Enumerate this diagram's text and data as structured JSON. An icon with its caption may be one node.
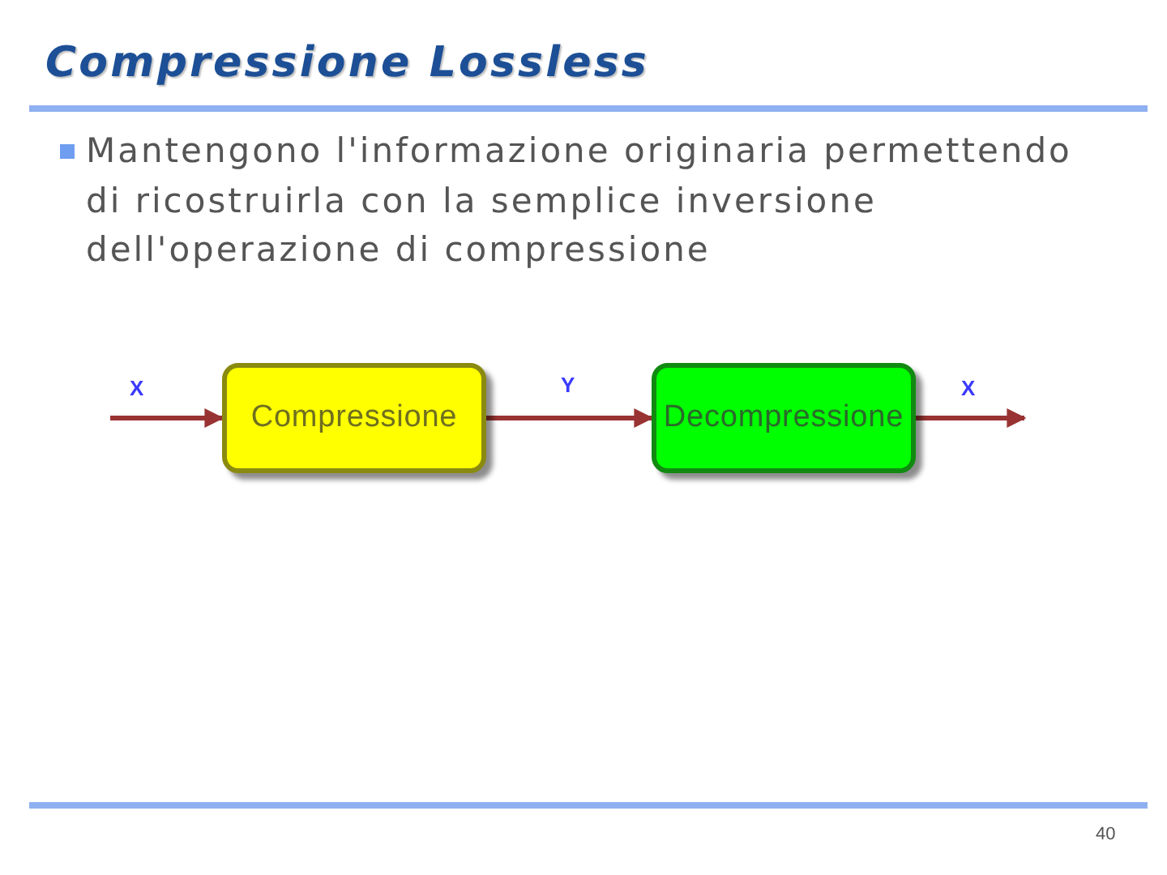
{
  "diagram": {
    "title": "Compressione Lossless",
    "nodes": [
      {
        "text": [
          "Compressione"
        ]
      },
      {
        "text": [
          "Decompressione"
        ]
      }
    ],
    "edges": [
      {
        "from": null,
        "to": 0,
        "arrow": "to",
        "label": "X"
      },
      {
        "from": 0,
        "to": 1,
        "arrow": "to",
        "label": "Y"
      },
      {
        "from": 1,
        "to": null,
        "arrow": "to",
        "label": "X"
      }
    ],
    "labels": [
      "Mantengono l'informazione originaria permettendo di ricostruirla con la semplice inversione dell'operazione di compressione",
      "40"
    ]
  }
}
